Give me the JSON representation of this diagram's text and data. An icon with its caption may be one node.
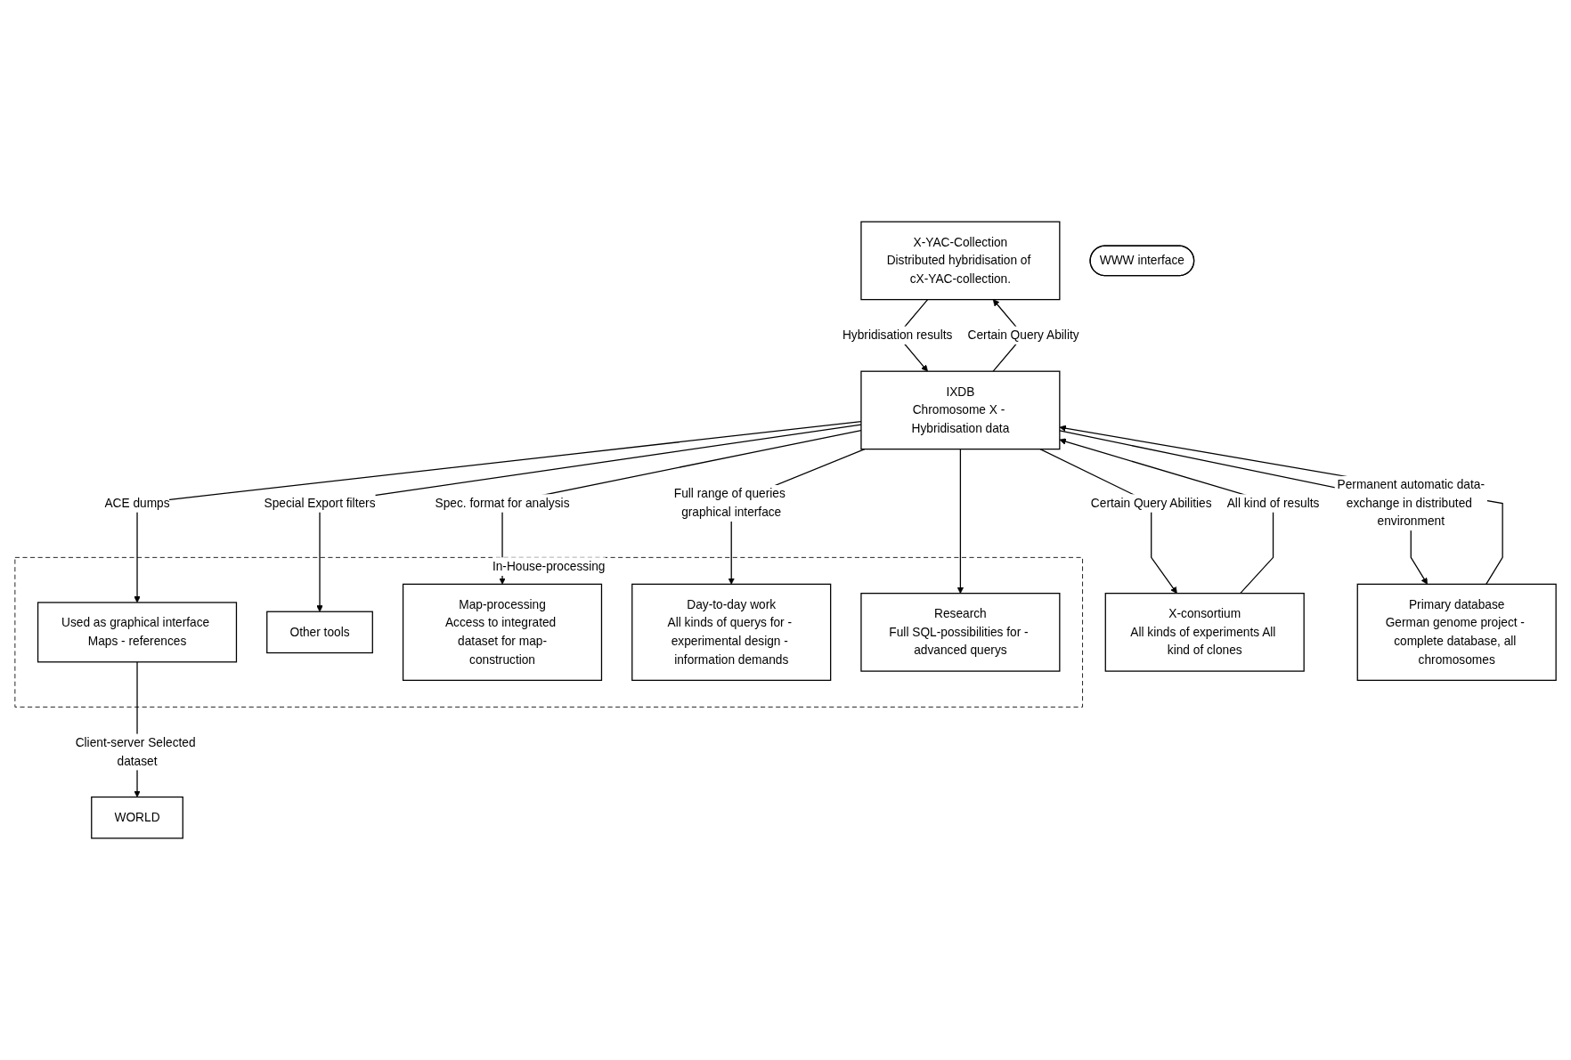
{
  "diagram": {
    "nodes": [
      {
        "text": [
          "WORLD"
        ]
      },
      {
        "text": [
          "In-House-processing"
        ]
      },
      {
        "text": [
          "X-YAC-Collection",
          "Distributed hybridisation of cX-YAC-collection."
        ]
      },
      {
        "text": [
          "Used as graphical interface Maps - references"
        ],
        "in": 1
      },
      {
        "text": [
          "X-consortium",
          "All kinds of experiments All kind of clones"
        ]
      },
      {
        "text": [
          "Other tools"
        ],
        "in": 1
      },
      {
        "text": [
          "Map-processing",
          "Access to integrated dataset for map-construction"
        ],
        "in": 1
      },
      {
        "text": [
          "WWW interface"
        ]
      },
      {
        "text": [
          "Day-to-day work",
          "All kinds of querys for - experimental design - information demands"
        ],
        "in": 1
      },
      {
        "text": [
          "IXDB",
          "Chromosome X - Hybridisation data"
        ]
      },
      {
        "text": [
          "Research",
          "Full SQL-possibilities for - advanced querys"
        ],
        "in": 1
      },
      {
        "text": [
          "Primary database",
          "German genome project - complete database, all chromosomes"
        ]
      }
    ],
    "edges": [
      {
        "from": 3,
        "to": 0,
        "arrow": "to",
        "label": "Client-server Selected dataset"
      },
      {
        "from": 2,
        "to": 9,
        "arrow": "to",
        "label": "Hybridisation results"
      },
      {
        "from": 9,
        "to": 2,
        "arrow": "to",
        "label": "Certain Query Ability"
      },
      {
        "from": 9,
        "to": 4,
        "arrow": "to",
        "label": "Certain Query Abilities"
      },
      {
        "from": 4,
        "to": 9,
        "arrow": "to",
        "label": "All kind of results"
      },
      {
        "from": 9,
        "to": 3,
        "arrow": "to",
        "label": "ACE dumps"
      },
      {
        "from": 9,
        "to": 5,
        "arrow": "to",
        "label": "Special Export filters"
      },
      {
        "from": 9,
        "to": 6,
        "arrow": "to",
        "label": "Spec. format for analysis"
      },
      {
        "from": 9,
        "to": 8,
        "arrow": "to",
        "label": "Full range of queries graphical interface"
      },
      {
        "from": 9,
        "to": 10,
        "arrow": "to"
      },
      {
        "from": 9,
        "to": 11,
        "arrow": "to",
        "label": "Permanent automatic data-exchange in distributed environment"
      },
      {
        "from": 11,
        "to": 9,
        "arrow": "to"
      }
    ]
  }
}
